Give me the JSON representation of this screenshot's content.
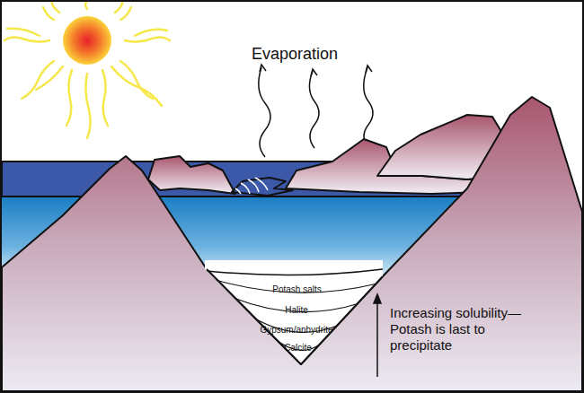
{
  "diagram": {
    "nodes": [
      {
        "text": [
          "Potash salts"
        ]
      },
      {
        "text": [
          "Halite"
        ]
      },
      {
        "text": [
          "Gypsum/anhydrite"
        ]
      },
      {
        "text": [
          "Calcite"
        ]
      }
    ],
    "labels": [
      "Evaporation",
      "Increasing solubility— Potash is last to precipitate"
    ]
  }
}
